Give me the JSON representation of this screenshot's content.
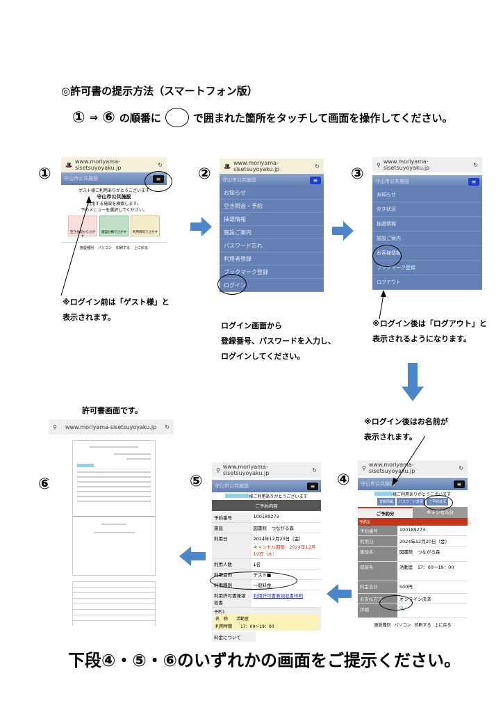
{
  "title": "◎許可書の提示方法（スマートフォン版）",
  "instruction": {
    "from": "①",
    "arrow": "⇒",
    "to": "⑥",
    "text1": "の順番に",
    "text2": "で囲まれた箇所をタッチして画面を操作してください。"
  },
  "steps": [
    "①",
    "②",
    "③",
    "④",
    "⑤",
    "⑥"
  ],
  "url": "www.moriyama-sisetsuyoyaku.jp",
  "site_name": "守山市公共施設",
  "step1": {
    "greeting": "ゲスト様ご利用ありがとうございます",
    "heading": "守山市公共施設",
    "desc1": "利用する施設を検索します。",
    "desc2": "下のメニューを選択してください。",
    "buttons": [
      "空き状況からさがす",
      "施設分類でさがす",
      "利用目的でさがす"
    ],
    "footer": [
      "施設種別",
      "パソコン",
      "印刷する",
      "上に戻る"
    ],
    "note1": "※ログイン前は「ゲスト様」と",
    "note2": "表示されます。"
  },
  "step2": {
    "menu": [
      "お知らせ",
      "空き照会・予約",
      "抽選情報",
      "施設ご案内",
      "パスワード忘れ",
      "利用者登録",
      "ブックマーク登録",
      "ログイン"
    ],
    "note1": "ログイン画面から",
    "note2": "登録番号、パスワードを入力し、",
    "note3": "ログインしてください。"
  },
  "step3": {
    "menu": [
      "お知らせ",
      "空き状況",
      "抽選情報",
      "施設ご案内",
      "お客様情報",
      "ブックマーク登録",
      "ログアウト"
    ],
    "note1": "※ログイン後は「ログアウト」と",
    "note2": "表示されるようになります。"
  },
  "step4": {
    "note1": "※ログイン後はお名前が",
    "note2": "表示されます。",
    "greeting": "様ご利用ありがとうございます",
    "buttons": [
      "登録情報",
      "パスワード変更",
      "ご予約状況"
    ],
    "tabs": [
      "ご予約分",
      "キャンセル分"
    ],
    "section": "予約1",
    "rows": [
      [
        "予約番号",
        "100189273"
      ],
      [
        "利用日",
        "2024年12月20日（金）"
      ],
      [
        "施設名",
        "図書館　つながる森"
      ],
      [
        "部屋名",
        "活動室　17：00～19：00"
      ],
      [
        "料金合計",
        "500円"
      ],
      [
        "お支払方法",
        "オンライン決済"
      ],
      [
        "詳細",
        "🔍"
      ]
    ],
    "footer": [
      "施設種別",
      "パソコン",
      "印刷する",
      "上に戻る"
    ]
  },
  "step5": {
    "greeting": "様ご利用ありがとうございます",
    "heading": "ご予約内容",
    "rows": [
      [
        "予約番号",
        "100189273"
      ],
      [
        "施設",
        "図書館　つながる森"
      ],
      [
        "利用日",
        "2024年12月20日（金）"
      ],
      [
        "利用人数",
        "1名"
      ],
      [
        "利用目的",
        "テスト■"
      ],
      [
        "利用種別",
        "一般料金"
      ],
      [
        "利用許可書兼領収書",
        "利用許可書兼領収書印刷"
      ]
    ],
    "cancel": "キャンセル期限：2024年12月19日（木）",
    "sub": "予約1",
    "name_label": "名　称",
    "name_value": "活動室",
    "time_label": "利用時間",
    "time_value": "17：00～19：00",
    "fee": "料金について"
  },
  "step6": {
    "caption": "許可書画面です。"
  },
  "bottom": "下段④・⑤・⑥のいずれかの画面をご提示ください。",
  "colors": {
    "menu": "#6580b5",
    "arrow": "#4a86c8",
    "accent_red": "#c8361a"
  }
}
